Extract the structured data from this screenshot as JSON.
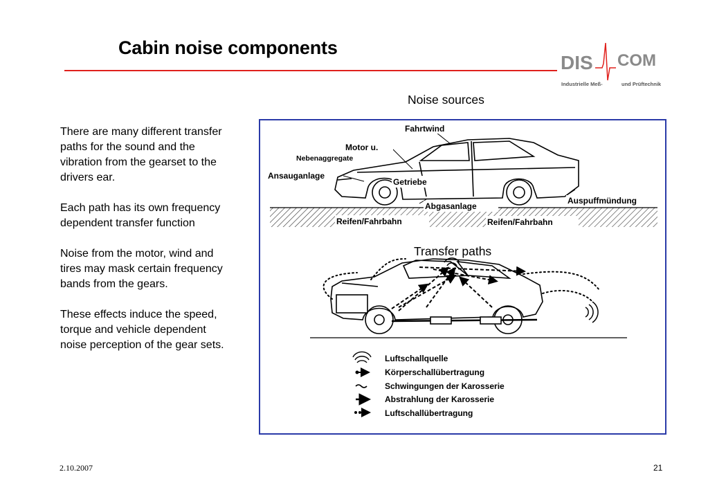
{
  "slide": {
    "title": "Cabin noise components",
    "paragraphs": [
      "There are many different transfer paths for the sound and the vibration from the gearset to the drivers ear.",
      "Each path has its own frequency dependent transfer function",
      "Noise from the motor, wind and tires may mask certain frequency bands from the gears.",
      "These effects induce the speed, torque  and vehicle dependent noise perception of the gear sets."
    ],
    "footer_date": "2.10.2007",
    "page_number": "21"
  },
  "logo": {
    "left": "DIS",
    "right": "COM",
    "tagline_left": "Industrielle Meß-",
    "tagline_right": "und Prüftechnik",
    "accent_color": "#e0201c",
    "text_color": "#808080"
  },
  "figure": {
    "border_color": "#2a3aa8",
    "caption_top": "Noise sources",
    "caption_bottom": "Transfer paths",
    "source_labels": {
      "fahrtwind": "Fahrtwind",
      "motor": "Motor u.",
      "nebenaggregate": "Nebenaggregate",
      "ansauganlage": "Ansauganlage",
      "getriebe": "Getriebe",
      "abgasanlage": "Abgasanlage",
      "auspuffmuendung": "Auspuffmündung",
      "reifen_front": "Reifen/Fahrbahn",
      "reifen_rear": "Reifen/Fahrbahn"
    },
    "legend": [
      {
        "icon": "airborne-source-icon",
        "label": "Luftschallquelle"
      },
      {
        "icon": "structure-borne-arrow-icon",
        "label": "Körperschallübertragung"
      },
      {
        "icon": "body-vibration-wave-icon",
        "label": "Schwingungen der Karosserie"
      },
      {
        "icon": "body-radiation-arrow-icon",
        "label": "Abstrahlung der Karosserie"
      },
      {
        "icon": "airborne-transfer-arrow-icon",
        "label": "Luftschallübertragung"
      }
    ]
  }
}
